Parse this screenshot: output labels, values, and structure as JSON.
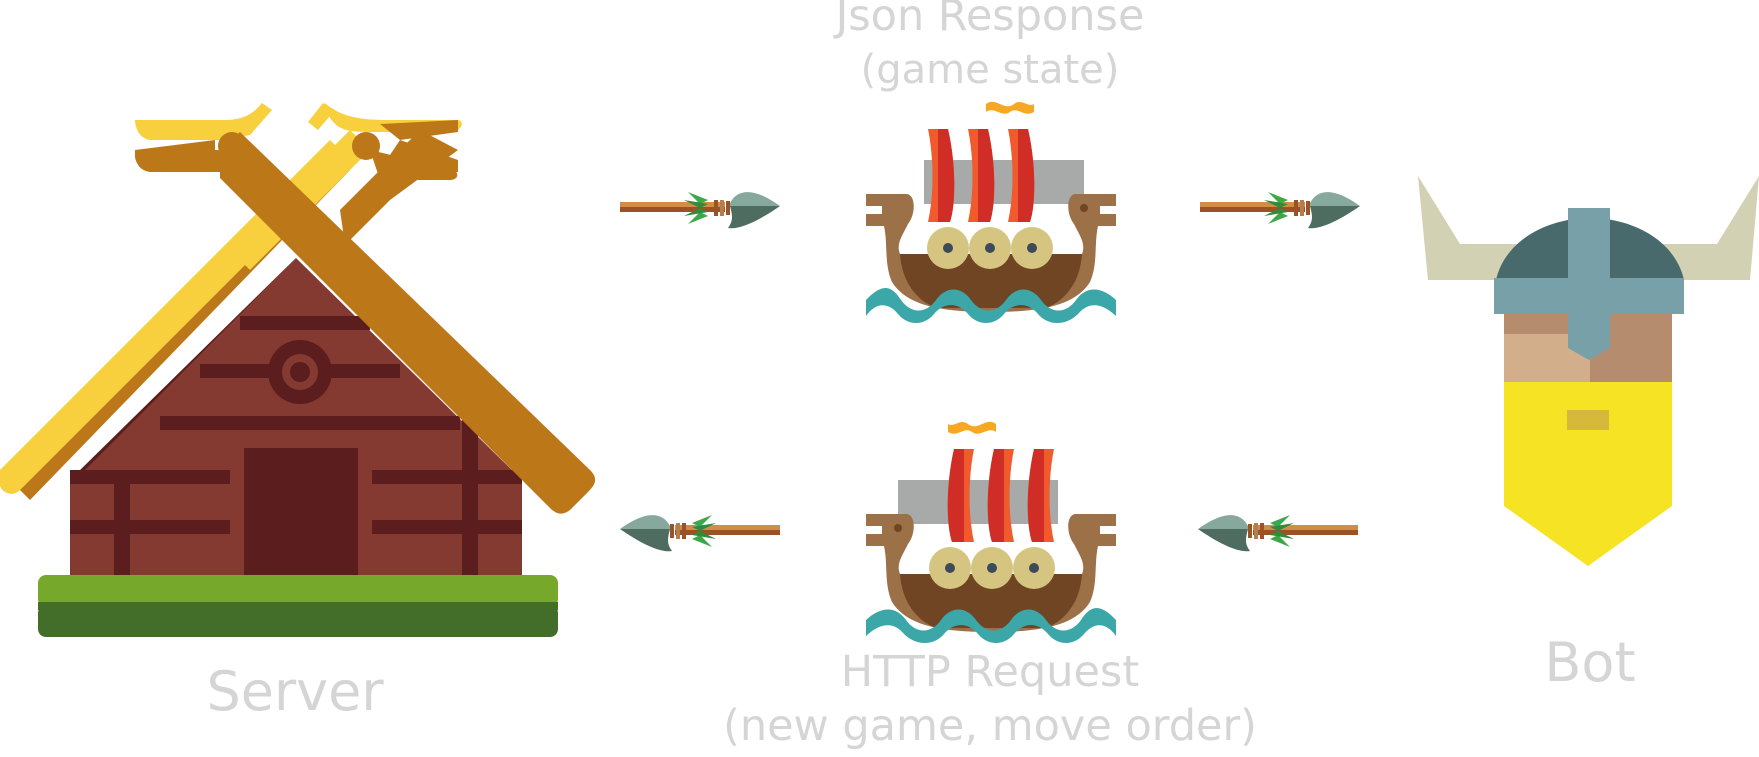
{
  "labels": {
    "response_line1": "Json Response",
    "response_line2": "(game state)",
    "request_line1": "HTTP Request",
    "request_line2": "(new game, move order)",
    "server": "Server",
    "bot": "Bot"
  },
  "icons": {
    "server": "longhouse-icon",
    "bot": "viking-helmet-icon",
    "ship": "viking-ship-icon",
    "arrow": "spear-arrow-icon"
  },
  "colors": {
    "label_text": "#d5d5d5",
    "roof_yellow": "#f8d03e",
    "roof_orange": "#bc7719",
    "wall_brown": "#843a30",
    "wall_dark": "#5b1d1e",
    "grass_light": "#76a82b",
    "grass_dark": "#436e2a",
    "sail_red": "#cf2d25",
    "sail_orange": "#f15a2c",
    "sail_grey": "#a8a9a9",
    "hull_brown": "#9c7147",
    "hull_dark": "#6f4524",
    "shield": "#d6c581",
    "water": "#3ca7a9",
    "helmet_dark": "#496a6c",
    "helmet_steel": "#78a0a8",
    "horn": "#d3d1b3",
    "beard": "#f5e324",
    "skin": "#d3ae8b"
  }
}
